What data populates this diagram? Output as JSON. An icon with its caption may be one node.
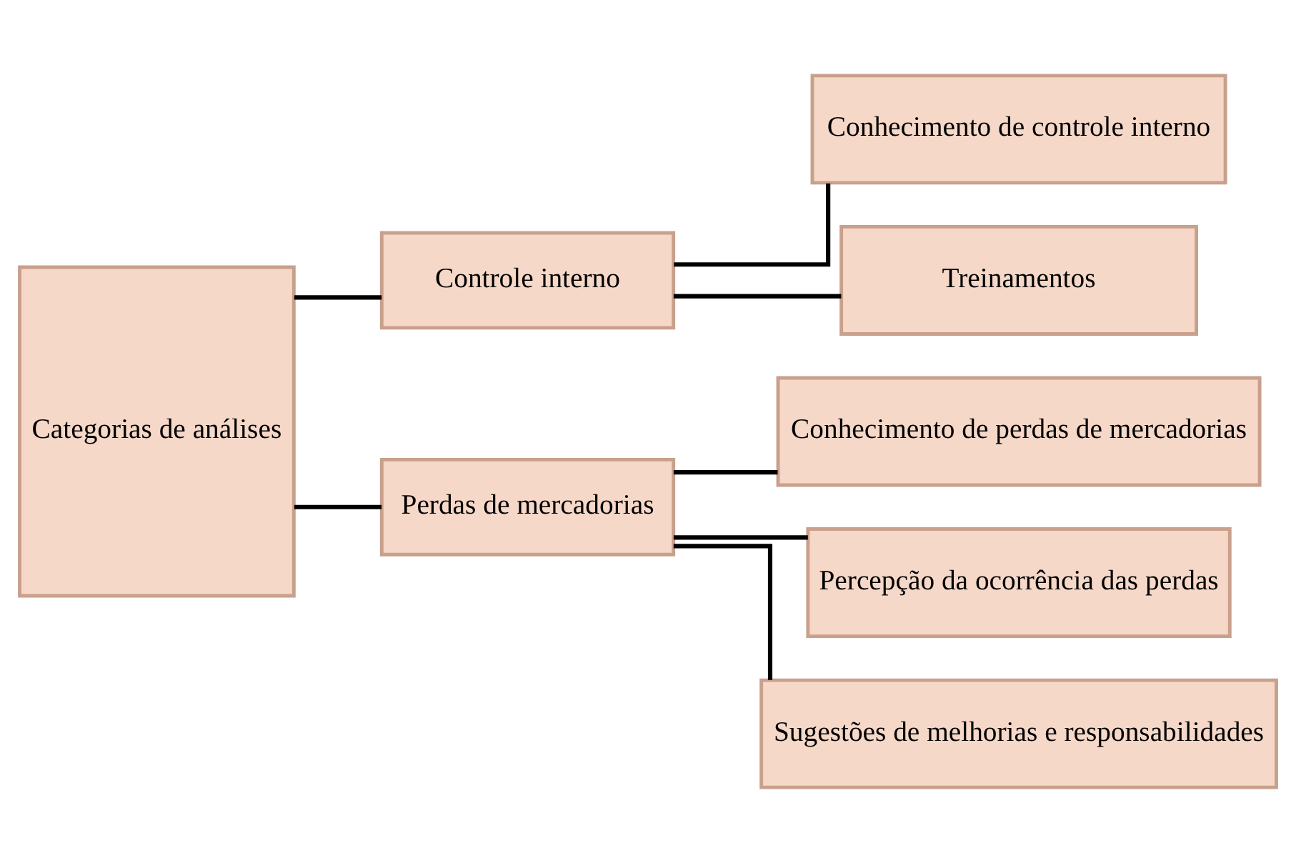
{
  "diagram": {
    "nodes": [
      {
        "text": [
          "Categorias de análises"
        ]
      },
      {
        "text": [
          "Controle interno"
        ]
      },
      {
        "text": [
          "Perdas de mercadorias"
        ]
      },
      {
        "text": [
          "Conhecimento de controle interno"
        ]
      },
      {
        "text": [
          "Treinamentos"
        ]
      },
      {
        "text": [
          "Conhecimento de perdas de mercadorias"
        ]
      },
      {
        "text": [
          "Percepção da ocorrência das perdas"
        ]
      },
      {
        "text": [
          "Sugestões de melhorias e responsabilidades"
        ]
      }
    ],
    "edges": [
      {
        "from": 0,
        "to": 1,
        "arrow": "none"
      },
      {
        "from": 0,
        "to": 2,
        "arrow": "none"
      },
      {
        "from": 1,
        "to": 3,
        "arrow": "none"
      },
      {
        "from": 1,
        "to": 4,
        "arrow": "none"
      },
      {
        "from": 2,
        "to": 5,
        "arrow": "none"
      },
      {
        "from": 2,
        "to": 6,
        "arrow": "none"
      },
      {
        "from": 2,
        "to": 7,
        "arrow": "none"
      }
    ]
  }
}
